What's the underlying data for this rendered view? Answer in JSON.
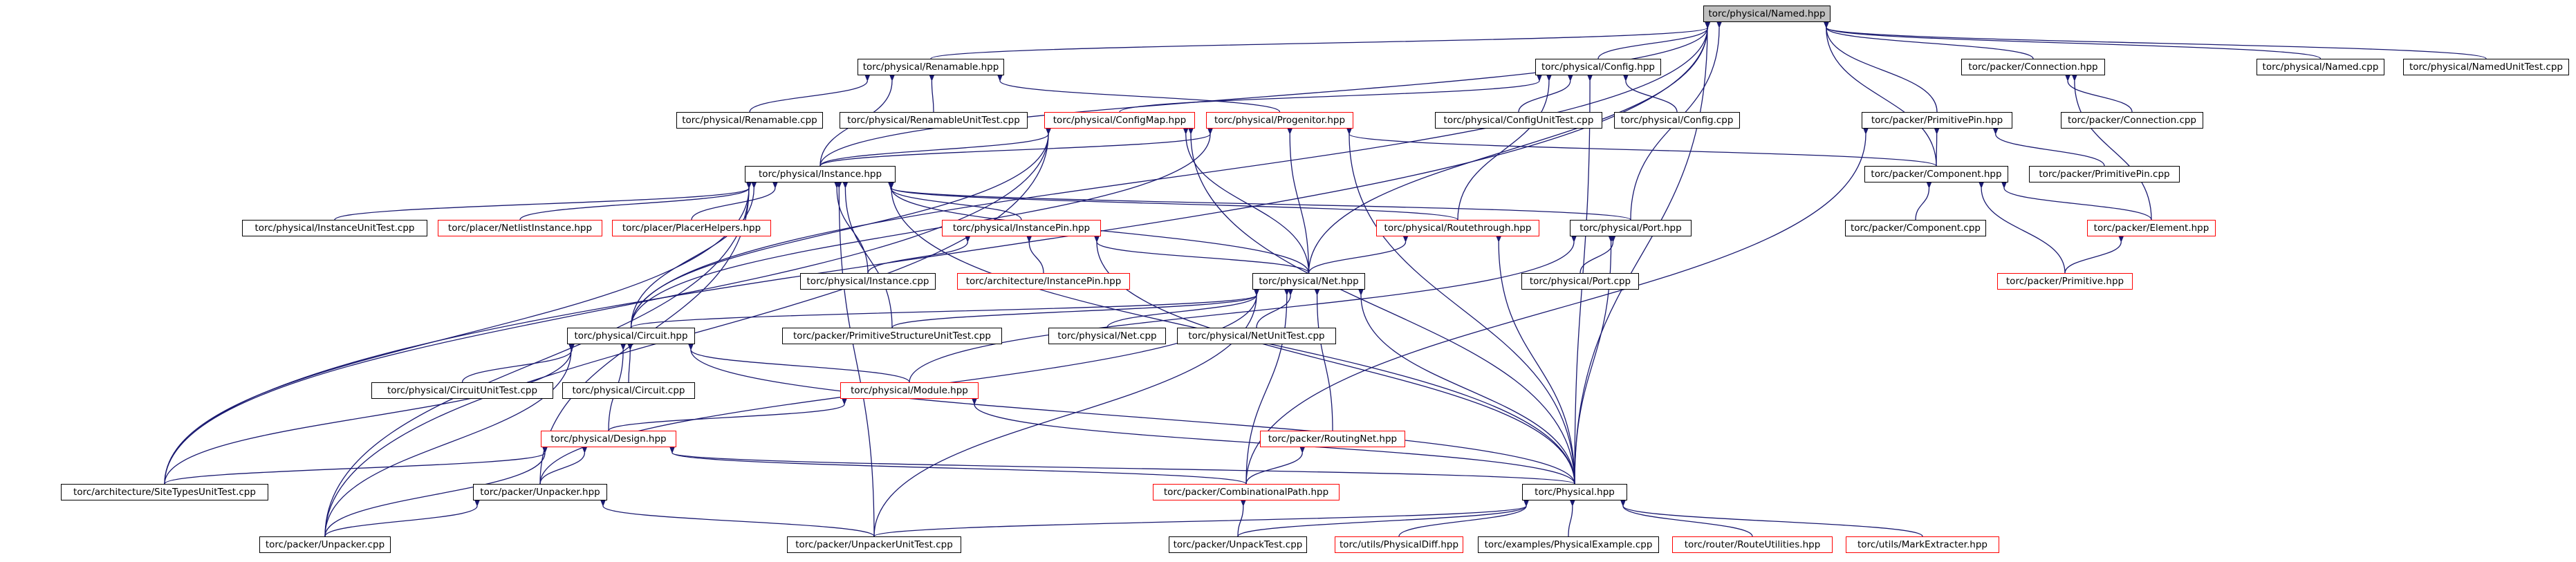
{
  "graph": {
    "edge_color": "#191970",
    "root_fill": "#bfbfbf",
    "border_normal": "#000000",
    "border_undocumented": "#ff0000",
    "nodes": [
      {
        "id": "named",
        "label": "torc/physical/Named.hpp",
        "red": false,
        "root": true
      },
      {
        "id": "renamable",
        "label": "torc/physical/Renamable.hpp",
        "red": false
      },
      {
        "id": "config",
        "label": "torc/physical/Config.hpp",
        "red": false
      },
      {
        "id": "pconnection",
        "label": "torc/packer/Connection.hpp",
        "red": false
      },
      {
        "id": "namedcpp",
        "label": "torc/physical/Named.cpp",
        "red": false
      },
      {
        "id": "namedunit",
        "label": "torc/physical/NamedUnitTest.cpp",
        "red": false
      },
      {
        "id": "renamablecpp",
        "label": "torc/physical/Renamable.cpp",
        "red": false
      },
      {
        "id": "renamableunit",
        "label": "torc/physical/RenamableUnitTest.cpp",
        "red": false
      },
      {
        "id": "configmap",
        "label": "torc/physical/ConfigMap.hpp",
        "red": true
      },
      {
        "id": "progenitor",
        "label": "torc/physical/Progenitor.hpp",
        "red": true
      },
      {
        "id": "configunit",
        "label": "torc/physical/ConfigUnitTest.cpp",
        "red": false
      },
      {
        "id": "configcpp",
        "label": "torc/physical/Config.cpp",
        "red": false
      },
      {
        "id": "connectioncpp",
        "label": "torc/packer/Connection.cpp",
        "red": false
      },
      {
        "id": "primitivepin",
        "label": "torc/packer/PrimitivePin.hpp",
        "red": false
      },
      {
        "id": "instance",
        "label": "torc/physical/Instance.hpp",
        "red": false
      },
      {
        "id": "component",
        "label": "torc/packer/Component.hpp",
        "red": false
      },
      {
        "id": "primitivepincpp",
        "label": "torc/packer/PrimitivePin.cpp",
        "red": false
      },
      {
        "id": "instanceunit",
        "label": "torc/physical/InstanceUnitTest.cpp",
        "red": false
      },
      {
        "id": "netlistinstance",
        "label": "torc/placer/NetlistInstance.hpp",
        "red": true
      },
      {
        "id": "placerhelpers",
        "label": "torc/placer/PlacerHelpers.hpp",
        "red": true
      },
      {
        "id": "instancepin",
        "label": "torc/physical/InstancePin.hpp",
        "red": true
      },
      {
        "id": "routethrough",
        "label": "torc/physical/Routethrough.hpp",
        "red": true
      },
      {
        "id": "port",
        "label": "torc/physical/Port.hpp",
        "red": false
      },
      {
        "id": "componentcpp",
        "label": "torc/packer/Component.cpp",
        "red": false
      },
      {
        "id": "element",
        "label": "torc/packer/Element.hpp",
        "red": true
      },
      {
        "id": "instancecpp",
        "label": "torc/physical/Instance.cpp",
        "red": false
      },
      {
        "id": "archinstancepin",
        "label": "torc/architecture/InstancePin.hpp",
        "red": true
      },
      {
        "id": "net",
        "label": "torc/physical/Net.hpp",
        "red": false
      },
      {
        "id": "portcpp",
        "label": "torc/physical/Port.cpp",
        "red": false
      },
      {
        "id": "primitive",
        "label": "torc/packer/Primitive.hpp",
        "red": true
      },
      {
        "id": "circuit",
        "label": "torc/physical/Circuit.hpp",
        "red": false
      },
      {
        "id": "primstructunit",
        "label": "torc/packer/PrimitiveStructureUnitTest.cpp",
        "red": false
      },
      {
        "id": "netcpp",
        "label": "torc/physical/Net.cpp",
        "red": false
      },
      {
        "id": "netunit",
        "label": "torc/physical/NetUnitTest.cpp",
        "red": false
      },
      {
        "id": "circuitunit",
        "label": "torc/physical/CircuitUnitTest.cpp",
        "red": false
      },
      {
        "id": "circuitcpp",
        "label": "torc/physical/Circuit.cpp",
        "red": false
      },
      {
        "id": "module",
        "label": "torc/physical/Module.hpp",
        "red": true
      },
      {
        "id": "routingnet",
        "label": "torc/packer/RoutingNet.hpp",
        "red": true
      },
      {
        "id": "design",
        "label": "torc/physical/Design.hpp",
        "red": true
      },
      {
        "id": "sitetypesunit",
        "label": "torc/architecture/SiteTypesUnitTest.cpp",
        "red": false
      },
      {
        "id": "unpackerhpp",
        "label": "torc/packer/Unpacker.hpp",
        "red": false
      },
      {
        "id": "combpath",
        "label": "torc/packer/CombinationalPath.hpp",
        "red": true
      },
      {
        "id": "physical",
        "label": "torc/Physical.hpp",
        "red": false
      },
      {
        "id": "unpackercpp",
        "label": "torc/packer/Unpacker.cpp",
        "red": false
      },
      {
        "id": "unpackerunit",
        "label": "torc/packer/UnpackerUnitTest.cpp",
        "red": false
      },
      {
        "id": "unpacktest",
        "label": "torc/packer/UnpackTest.cpp",
        "red": false
      },
      {
        "id": "physicaldiff",
        "label": "torc/utils/PhysicalDiff.hpp",
        "red": true
      },
      {
        "id": "physexample",
        "label": "torc/examples/PhysicalExample.cpp",
        "red": false
      },
      {
        "id": "routeutil",
        "label": "torc/router/RouteUtilities.hpp",
        "red": true
      },
      {
        "id": "markextracter",
        "label": "torc/utils/MarkExtracter.hpp",
        "red": true
      }
    ],
    "edges": [
      [
        "named",
        "renamable"
      ],
      [
        "named",
        "config"
      ],
      [
        "named",
        "pconnection"
      ],
      [
        "named",
        "namedcpp"
      ],
      [
        "named",
        "namedunit"
      ],
      [
        "named",
        "instance"
      ],
      [
        "named",
        "primitivepin"
      ],
      [
        "named",
        "component"
      ],
      [
        "named",
        "port"
      ],
      [
        "named",
        "circuit"
      ],
      [
        "named",
        "net"
      ],
      [
        "named",
        "sitetypesunit"
      ],
      [
        "named",
        "physical"
      ],
      [
        "renamable",
        "renamablecpp"
      ],
      [
        "renamable",
        "renamableunit"
      ],
      [
        "renamable",
        "progenitor"
      ],
      [
        "renamable",
        "instance"
      ],
      [
        "config",
        "configmap"
      ],
      [
        "config",
        "configunit"
      ],
      [
        "config",
        "configcpp"
      ],
      [
        "config",
        "routethrough"
      ],
      [
        "config",
        "physical"
      ],
      [
        "pconnection",
        "connectioncpp"
      ],
      [
        "pconnection",
        "element"
      ],
      [
        "configmap",
        "instance"
      ],
      [
        "configmap",
        "net"
      ],
      [
        "configmap",
        "circuit"
      ],
      [
        "configmap",
        "physical"
      ],
      [
        "configmap",
        "sitetypesunit"
      ],
      [
        "configmap",
        "unpackercpp"
      ],
      [
        "progenitor",
        "instance"
      ],
      [
        "progenitor",
        "net"
      ],
      [
        "progenitor",
        "circuit"
      ],
      [
        "progenitor",
        "component"
      ],
      [
        "progenitor",
        "physical"
      ],
      [
        "primitivepin",
        "component"
      ],
      [
        "primitivepin",
        "primitivepincpp"
      ],
      [
        "primitivepin",
        "combpath"
      ],
      [
        "instance",
        "instanceunit"
      ],
      [
        "instance",
        "netlistinstance"
      ],
      [
        "instance",
        "placerhelpers"
      ],
      [
        "instance",
        "instancepin"
      ],
      [
        "instance",
        "instancecpp"
      ],
      [
        "instance",
        "routethrough"
      ],
      [
        "instance",
        "port"
      ],
      [
        "instance",
        "circuit"
      ],
      [
        "instance",
        "net"
      ],
      [
        "instance",
        "physical"
      ],
      [
        "instance",
        "sitetypesunit"
      ],
      [
        "instance",
        "unpackerhpp"
      ],
      [
        "instance",
        "unpackercpp"
      ],
      [
        "instance",
        "unpackerunit"
      ],
      [
        "instance",
        "primstructunit"
      ],
      [
        "component",
        "componentcpp"
      ],
      [
        "component",
        "element"
      ],
      [
        "component",
        "primitive"
      ],
      [
        "instancepin",
        "archinstancepin"
      ],
      [
        "instancepin",
        "instancecpp"
      ],
      [
        "instancepin",
        "net"
      ],
      [
        "instancepin",
        "physical"
      ],
      [
        "routethrough",
        "net"
      ],
      [
        "routethrough",
        "physical"
      ],
      [
        "port",
        "portcpp"
      ],
      [
        "port",
        "module"
      ],
      [
        "port",
        "physical"
      ],
      [
        "element",
        "primitive"
      ],
      [
        "net",
        "circuit"
      ],
      [
        "net",
        "primstructunit"
      ],
      [
        "net",
        "netcpp"
      ],
      [
        "net",
        "netunit"
      ],
      [
        "net",
        "routingnet"
      ],
      [
        "net",
        "combpath"
      ],
      [
        "net",
        "physical"
      ],
      [
        "net",
        "unpackerhpp"
      ],
      [
        "net",
        "unpackerunit"
      ],
      [
        "circuit",
        "circuitunit"
      ],
      [
        "circuit",
        "circuitcpp"
      ],
      [
        "circuit",
        "module"
      ],
      [
        "circuit",
        "design"
      ],
      [
        "circuit",
        "sitetypesunit"
      ],
      [
        "circuit",
        "unpackercpp"
      ],
      [
        "circuit",
        "physical"
      ],
      [
        "module",
        "design"
      ],
      [
        "module",
        "physical"
      ],
      [
        "routingnet",
        "combpath"
      ],
      [
        "design",
        "sitetypesunit"
      ],
      [
        "design",
        "unpackerhpp"
      ],
      [
        "design",
        "unpackercpp"
      ],
      [
        "design",
        "combpath"
      ],
      [
        "design",
        "physical"
      ],
      [
        "unpackerhpp",
        "unpackercpp"
      ],
      [
        "unpackerhpp",
        "unpackerunit"
      ],
      [
        "combpath",
        "unpacktest"
      ],
      [
        "physical",
        "unpackerunit"
      ],
      [
        "physical",
        "unpacktest"
      ],
      [
        "physical",
        "physicaldiff"
      ],
      [
        "physical",
        "physexample"
      ],
      [
        "physical",
        "routeutil"
      ],
      [
        "physical",
        "markextracter"
      ]
    ]
  }
}
